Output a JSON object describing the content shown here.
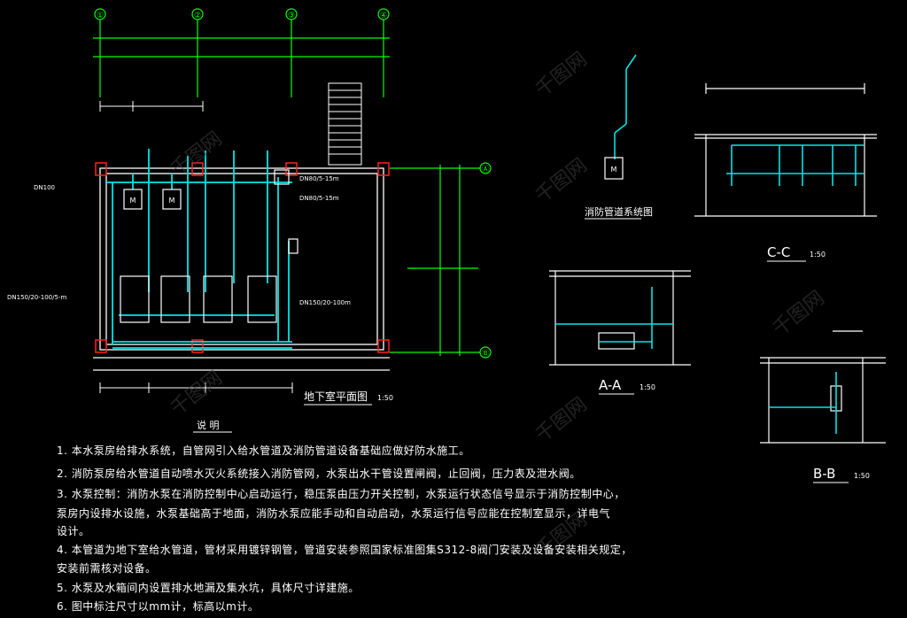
{
  "plan": {
    "title": "地下室平面图",
    "scale": "1:50",
    "axis_marks": [
      "①",
      "②",
      "③",
      "④"
    ],
    "row_marks": [
      "Ⓐ",
      "Ⓑ"
    ],
    "pipe_labels": [
      "DN100",
      "DN80/5-15m",
      "DN80/5-15m",
      "DN150/20-100/5-m",
      "DN150/20-100m"
    ],
    "equipment_tag": "M"
  },
  "sections": {
    "riser": {
      "title": "消防管道系统图"
    },
    "cc": {
      "title": "C-C",
      "scale": "1:50"
    },
    "aa": {
      "title": "A-A",
      "scale": "1:50"
    },
    "bb": {
      "title": "B-B",
      "scale": "1:50"
    }
  },
  "notes": {
    "heading": "说 明",
    "items": [
      "1. 本水泵房给排水系统，自管网引入给水管道及消防管道设备基础应做好防水施工。",
      "2. 消防泵房给水管道自动喷水灭火系统接入消防管网，水泵出水干管设置闸阀，止回阀，压力表及泄水阀。",
      "3. 水泵控制：消防水泵在消防控制中心启动运行，稳压泵由压力开关控制，水泵运行状态信号显示于消防控制中心，",
      "   泵房内设排水设施，水泵基础高于地面，消防水泵应能手动和自动启动，水泵运行信号应能在控制室显示，详电气",
      "   设计。",
      "4. 本管道为地下室给水管道，管材采用镀锌钢管，管道安装参照国家标准图集S312-8阀门安装及设备安装相关规定，",
      "   安装前需核对设备。",
      "5. 水泵及水箱间内设置排水地漏及集水坑，具体尺寸详建施。",
      "6. 图中标注尺寸以mm计，标高以m计。"
    ]
  },
  "watermark": {
    "text": "千图网"
  },
  "colors": {
    "background": "#000000",
    "line_white": "#ffffff",
    "pipe_cyan": "#00e5e5",
    "axis_green": "#00ff00",
    "column_red": "#ff2020"
  }
}
